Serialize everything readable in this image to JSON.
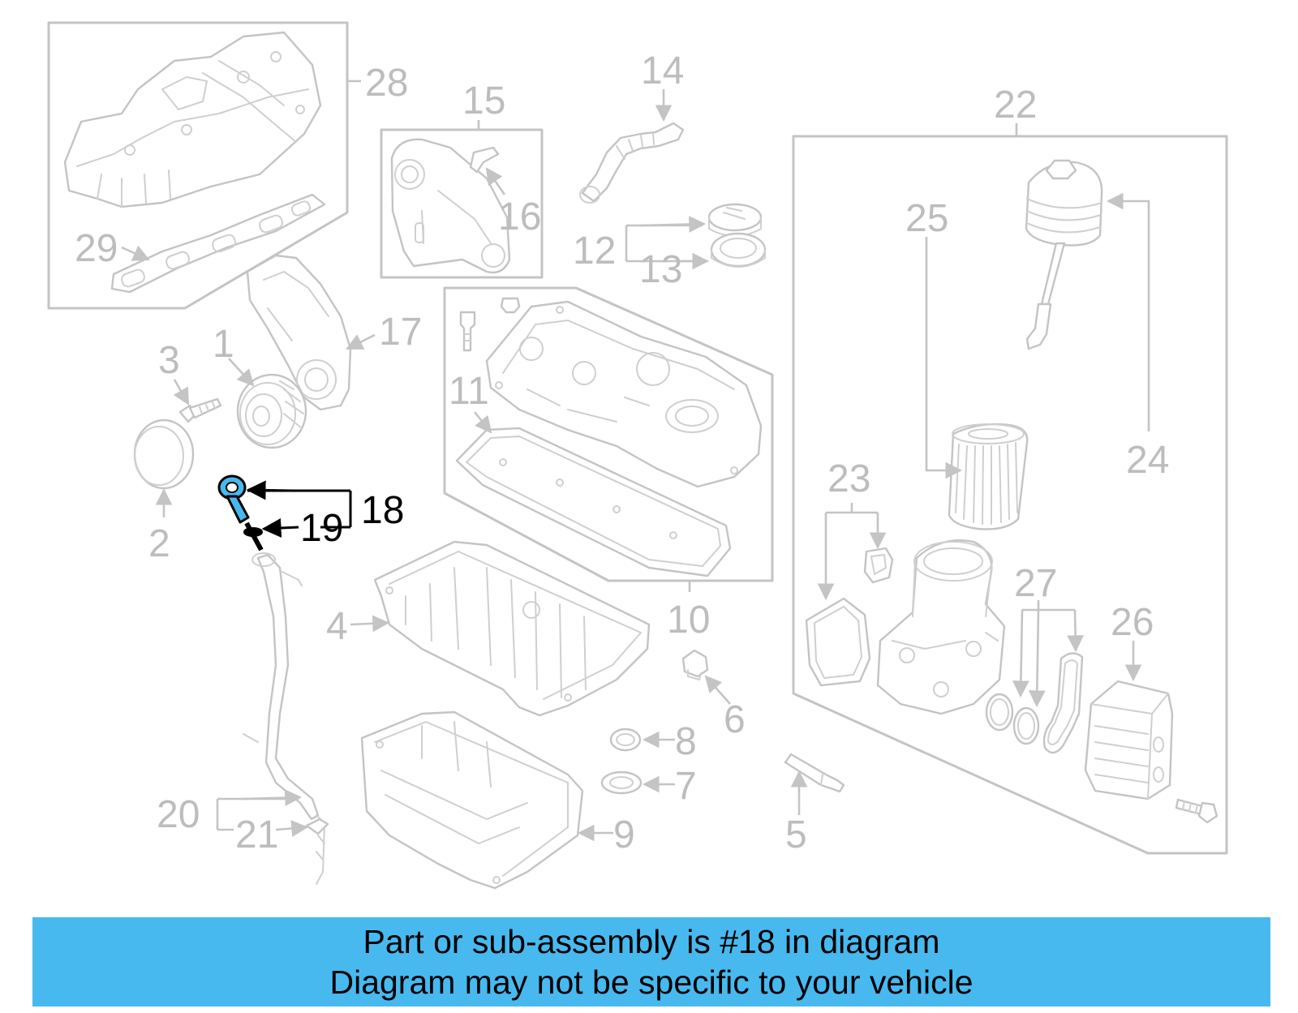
{
  "diagram": {
    "callouts": [
      "1",
      "2",
      "3",
      "4",
      "5",
      "6",
      "7",
      "8",
      "9",
      "10",
      "11",
      "12",
      "13",
      "14",
      "15",
      "16",
      "17",
      "18",
      "19",
      "20",
      "21",
      "22",
      "23",
      "24",
      "25",
      "26",
      "27",
      "28",
      "29"
    ],
    "highlighted_part": "18",
    "highlight_color": "#47b9ef"
  },
  "banner": {
    "line1": "Part or sub-assembly is #18 in diagram",
    "line2": "Diagram may not be specific to your vehicle",
    "background": "#47b9ef"
  }
}
